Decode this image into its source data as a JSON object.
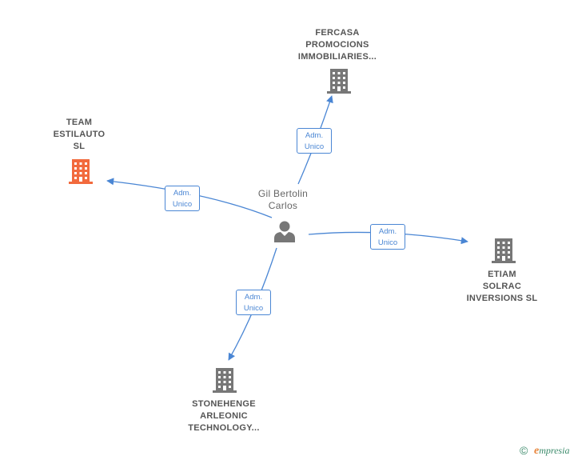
{
  "center": {
    "label_lines": [
      "Gil Bertolin",
      "Carlos"
    ]
  },
  "nodes": {
    "fercasa": {
      "label_lines": [
        "FERCASA",
        "PROMOCIONS",
        "IMMOBILIARIES..."
      ],
      "color": "#777777"
    },
    "team": {
      "label_lines": [
        "TEAM",
        "ESTILAUTO",
        "SL"
      ],
      "color": "#f26a3d"
    },
    "etiam": {
      "label_lines": [
        "ETIAM",
        "SOLRAC",
        "INVERSIONS SL"
      ],
      "color": "#777777"
    },
    "stonehenge": {
      "label_lines": [
        "STONEHENGE",
        "ARLEONIC",
        "TECHNOLOGY..."
      ],
      "color": "#777777"
    }
  },
  "edge_labels": {
    "fercasa": [
      "Adm.",
      "Unico"
    ],
    "team": [
      "Adm.",
      "Unico"
    ],
    "etiam": [
      "Adm.",
      "Unico"
    ],
    "stonehenge": [
      "Adm.",
      "Unico"
    ]
  },
  "colors": {
    "edge": "#4a86d4",
    "person": "#777777"
  },
  "footer": {
    "copyright_symbol": "©",
    "brand_initial": "e",
    "brand_rest": "mpresia"
  }
}
